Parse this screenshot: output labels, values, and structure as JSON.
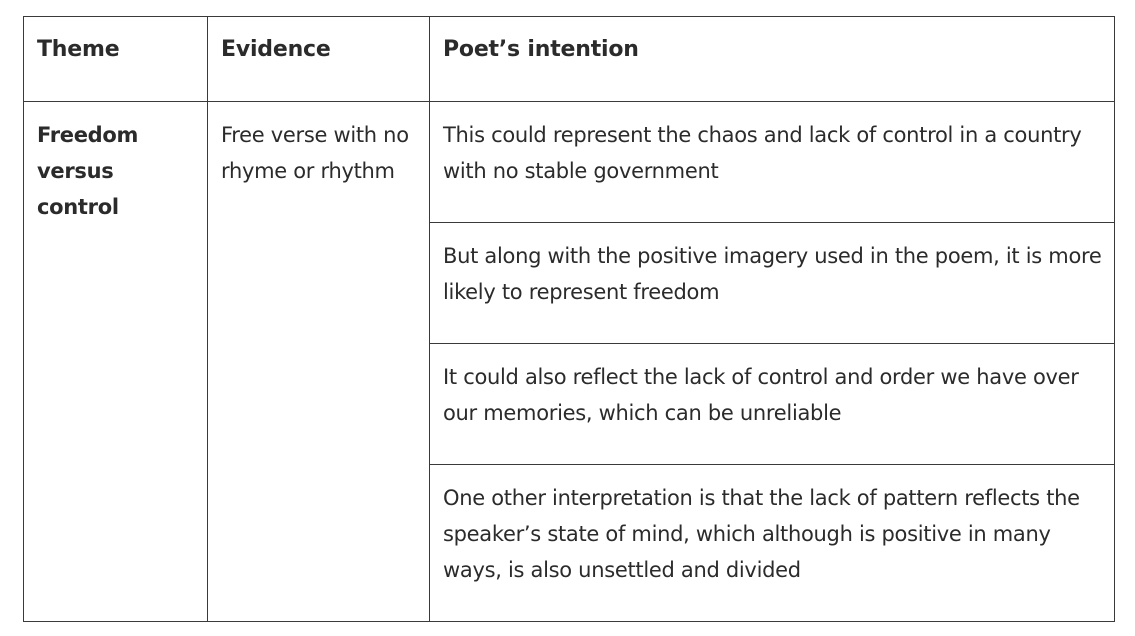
{
  "table": {
    "headers": {
      "theme": "Theme",
      "evidence": "Evidence",
      "intention": "Poet’s intention"
    },
    "row": {
      "theme": "Freedom versus control",
      "evidence": "Free verse with no rhyme or rhythm",
      "intentions": [
        "This could represent the chaos and lack of control in a country with no stable government",
        "But along with the positive imagery used in the poem, it is more likely to represent freedom",
        "It could also reflect the lack of control and order we have over our memories, which can be unreliable",
        "One other interpretation is that the lack of pattern reflects the speaker’s state of mind, which although is positive in many ways, is also unsettled and divided"
      ]
    }
  }
}
